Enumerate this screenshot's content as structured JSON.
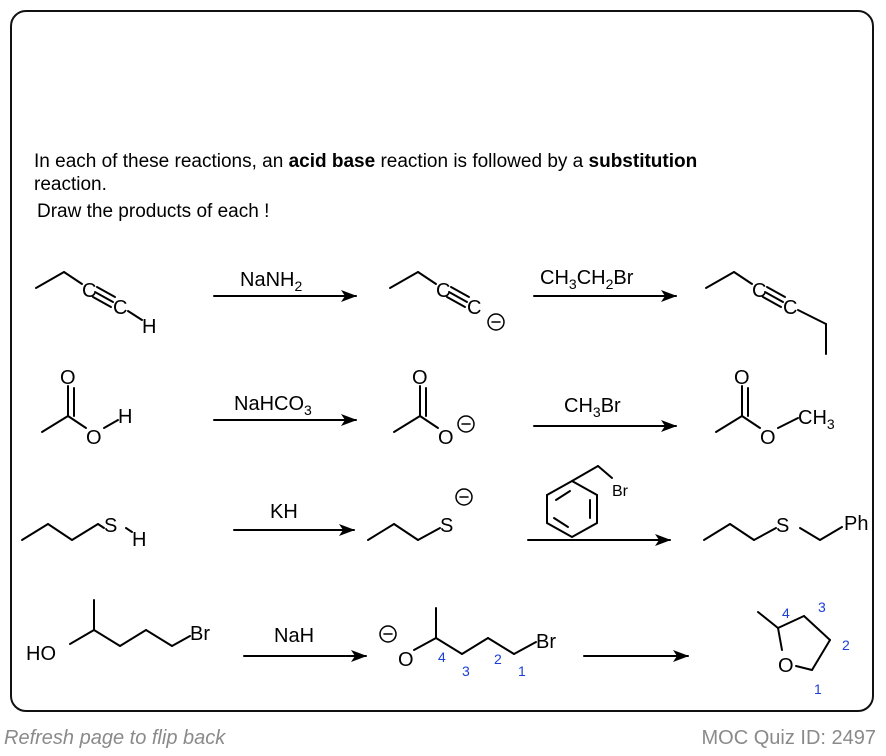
{
  "intro": {
    "part1": "In each of these reactions, an ",
    "bold1": "acid base",
    "part2": " reaction is followed by a ",
    "bold2": "substitution",
    "part3": "reaction.",
    "line2": "Draw the products of each !"
  },
  "reagents": {
    "r1a_main": "NaNH",
    "r1a_sub": "2",
    "r1b_1": "CH",
    "r1b_1s": "3",
    "r1b_2": "CH",
    "r1b_2s": "2",
    "r1b_3": "Br",
    "r2a_main": "NaHCO",
    "r2a_sub": "3",
    "r2b_1": "CH",
    "r2b_1s": "3",
    "r2b_2": "Br",
    "r3a": "KH",
    "r4a": "NaH"
  },
  "atoms": {
    "C": "C",
    "H": "H",
    "O": "O",
    "S": "S",
    "Br": "Br",
    "HO": "HO",
    "Ph": "Ph",
    "CH": "CH",
    "sub3": "3",
    "minus": "−"
  },
  "numbers": {
    "n1": "1",
    "n2": "2",
    "n3": "3",
    "n4": "4"
  },
  "footer": {
    "left": "Refresh page to flip back",
    "right": "MOC Quiz ID: 2497"
  }
}
